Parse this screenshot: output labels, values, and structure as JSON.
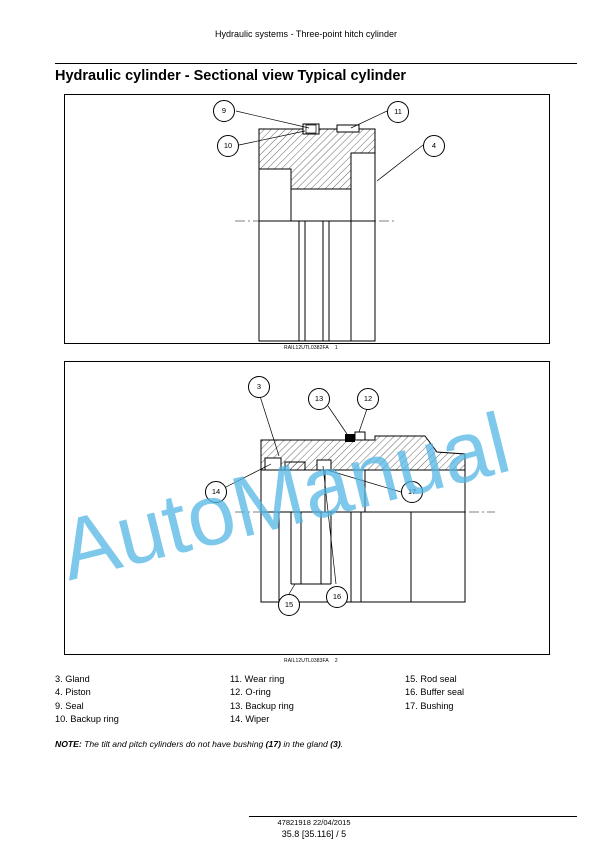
{
  "header": {
    "text": "Hydraulic systems - Three-point hitch cylinder"
  },
  "title": "Hydraulic cylinder - Sectional view Typical cylinder",
  "figures": [
    {
      "code": "RAIL12UTL0382FA",
      "number": "1",
      "callouts": [
        "9",
        "11",
        "10",
        "4"
      ]
    },
    {
      "code": "RAIL12UTL0383FA",
      "number": "2",
      "callouts": [
        "3",
        "13",
        "12",
        "14",
        "17",
        "15",
        "16"
      ]
    }
  ],
  "legend": {
    "col1": [
      {
        "num": "3.",
        "label": "Gland"
      },
      {
        "num": "4.",
        "label": "Piston"
      },
      {
        "num": "9.",
        "label": "Seal"
      },
      {
        "num": "10.",
        "label": "Backup ring"
      }
    ],
    "col2": [
      {
        "num": "11.",
        "label": "Wear ring"
      },
      {
        "num": "12.",
        "label": "O-ring"
      },
      {
        "num": "13.",
        "label": "Backup ring"
      },
      {
        "num": "14.",
        "label": "Wiper"
      }
    ],
    "col3": [
      {
        "num": "15.",
        "label": "Rod seal"
      },
      {
        "num": "16.",
        "label": "Buffer seal"
      },
      {
        "num": "17.",
        "label": "Bushing"
      }
    ]
  },
  "note": {
    "prefix": "NOTE:",
    "t1": " The tilt and pitch cylinders do not have bushing ",
    "b1": "(17)",
    "t2": " in the gland ",
    "b2": "(3)",
    "t3": "."
  },
  "footer": {
    "doc": "47821918 22/04/2015",
    "page": "35.8 [35.116] / 5"
  },
  "watermark": "AutoManual"
}
